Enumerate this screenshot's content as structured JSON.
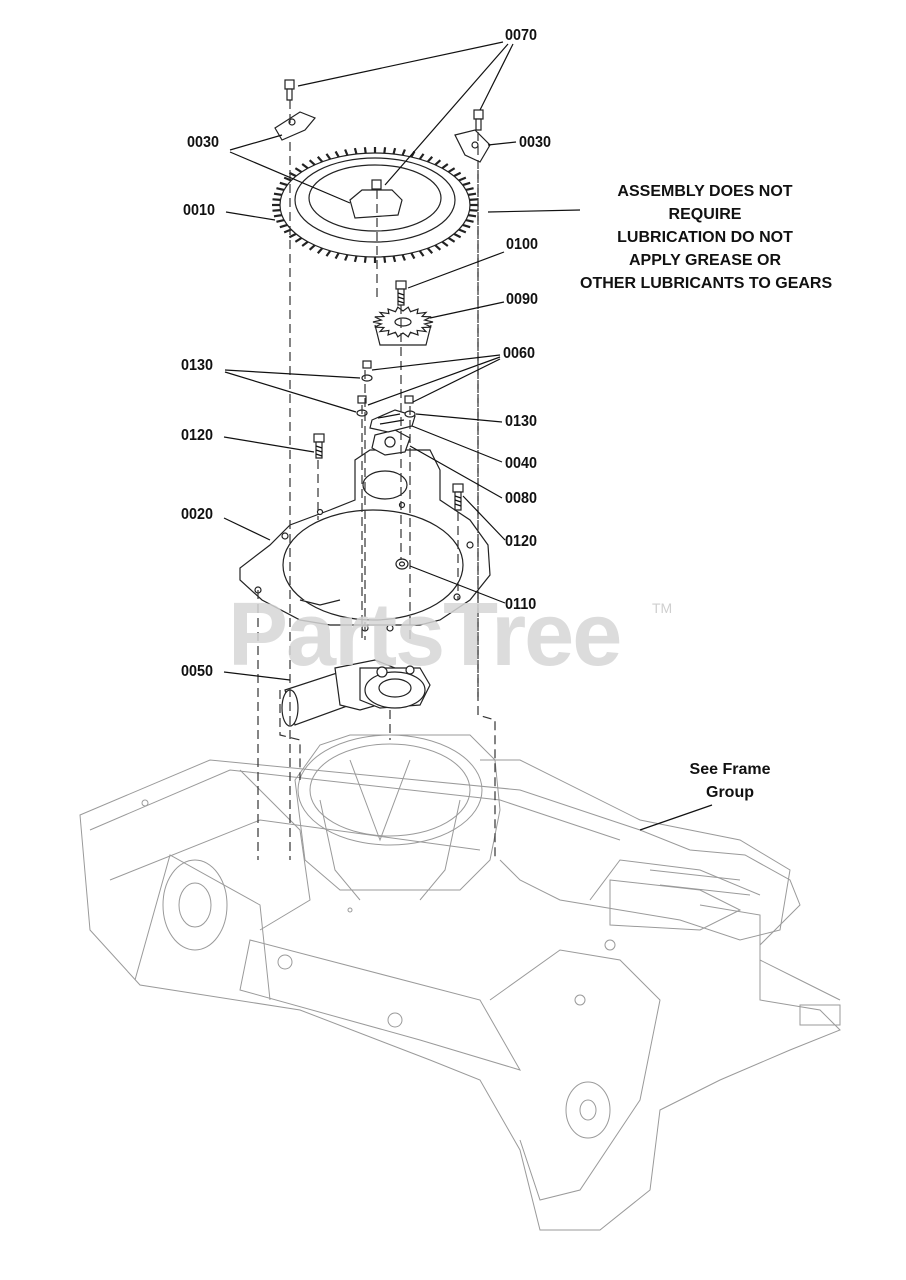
{
  "watermark": {
    "brand": "PartsTree",
    "trademark": "TM"
  },
  "callouts": {
    "c0070": "0070",
    "c0030_left": "0030",
    "c0030_right": "0030",
    "c0010": "0010",
    "c0100": "0100",
    "c0090": "0090",
    "c0130_left": "0130",
    "c0060": "0060",
    "c0130_right": "0130",
    "c0120_left": "0120",
    "c0040": "0040",
    "c0080": "0080",
    "c0020": "0020",
    "c0120_right": "0120",
    "c0110": "0110",
    "c0050": "0050"
  },
  "notes": {
    "lubrication": [
      "ASSEMBLY DOES NOT",
      "REQUIRE",
      "LUBRICATION DO NOT",
      "APPLY GREASE OR",
      "OTHER LUBRICANTS TO GEARS"
    ],
    "frame": [
      "See Frame",
      "Group"
    ]
  }
}
